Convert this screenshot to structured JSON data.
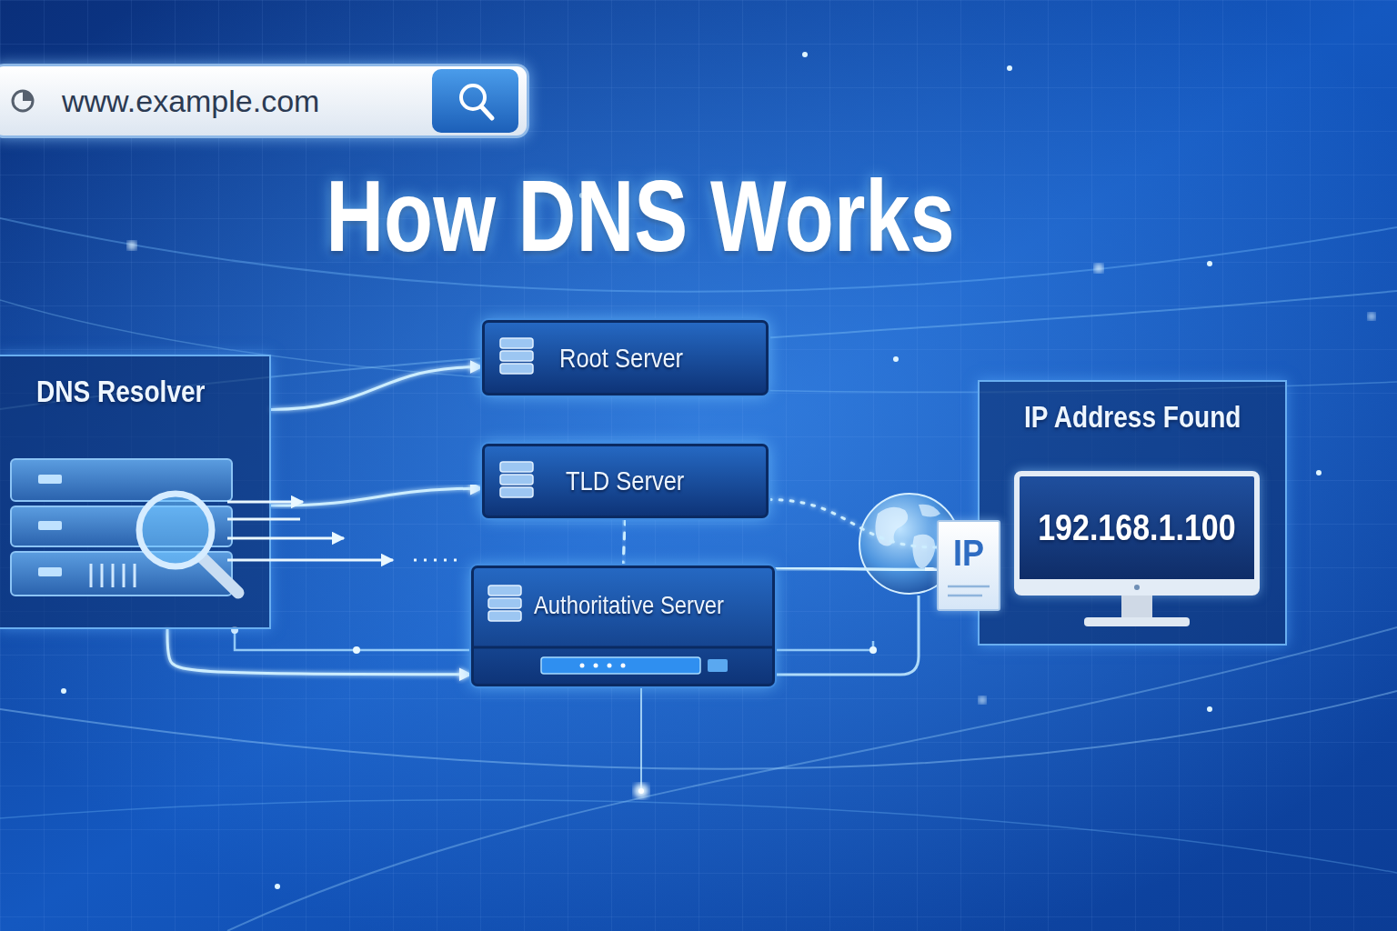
{
  "diagram": {
    "title": "How DNS Works",
    "nodes": [
      {
        "text": [
          "www.example.com"
        ]
      },
      {
        "text": [
          "DNS Resolver"
        ]
      },
      {
        "text": [
          "Root Server"
        ]
      },
      {
        "text": [
          "TLD Server"
        ]
      },
      {
        "text": [
          "Authoritative Server"
        ]
      },
      {
        "text": [
          "IP"
        ]
      },
      {
        "text": [
          "IP Address Found"
        ]
      },
      {
        "text": [
          "192.168.1.100"
        ],
        "in": 6
      }
    ],
    "edges": [
      {
        "from": 1,
        "to": 2,
        "arrow": "to"
      },
      {
        "from": 1,
        "to": 3,
        "arrow": "to"
      },
      {
        "from": 1,
        "to": 4,
        "arrow": "to"
      },
      {
        "from": 2,
        "to": 3,
        "arrow": "none"
      },
      {
        "from": 3,
        "to": 4,
        "arrow": "none"
      },
      {
        "from": 3,
        "to": 5,
        "arrow": "none"
      },
      {
        "from": 4,
        "to": 5,
        "arrow": "to"
      }
    ]
  }
}
